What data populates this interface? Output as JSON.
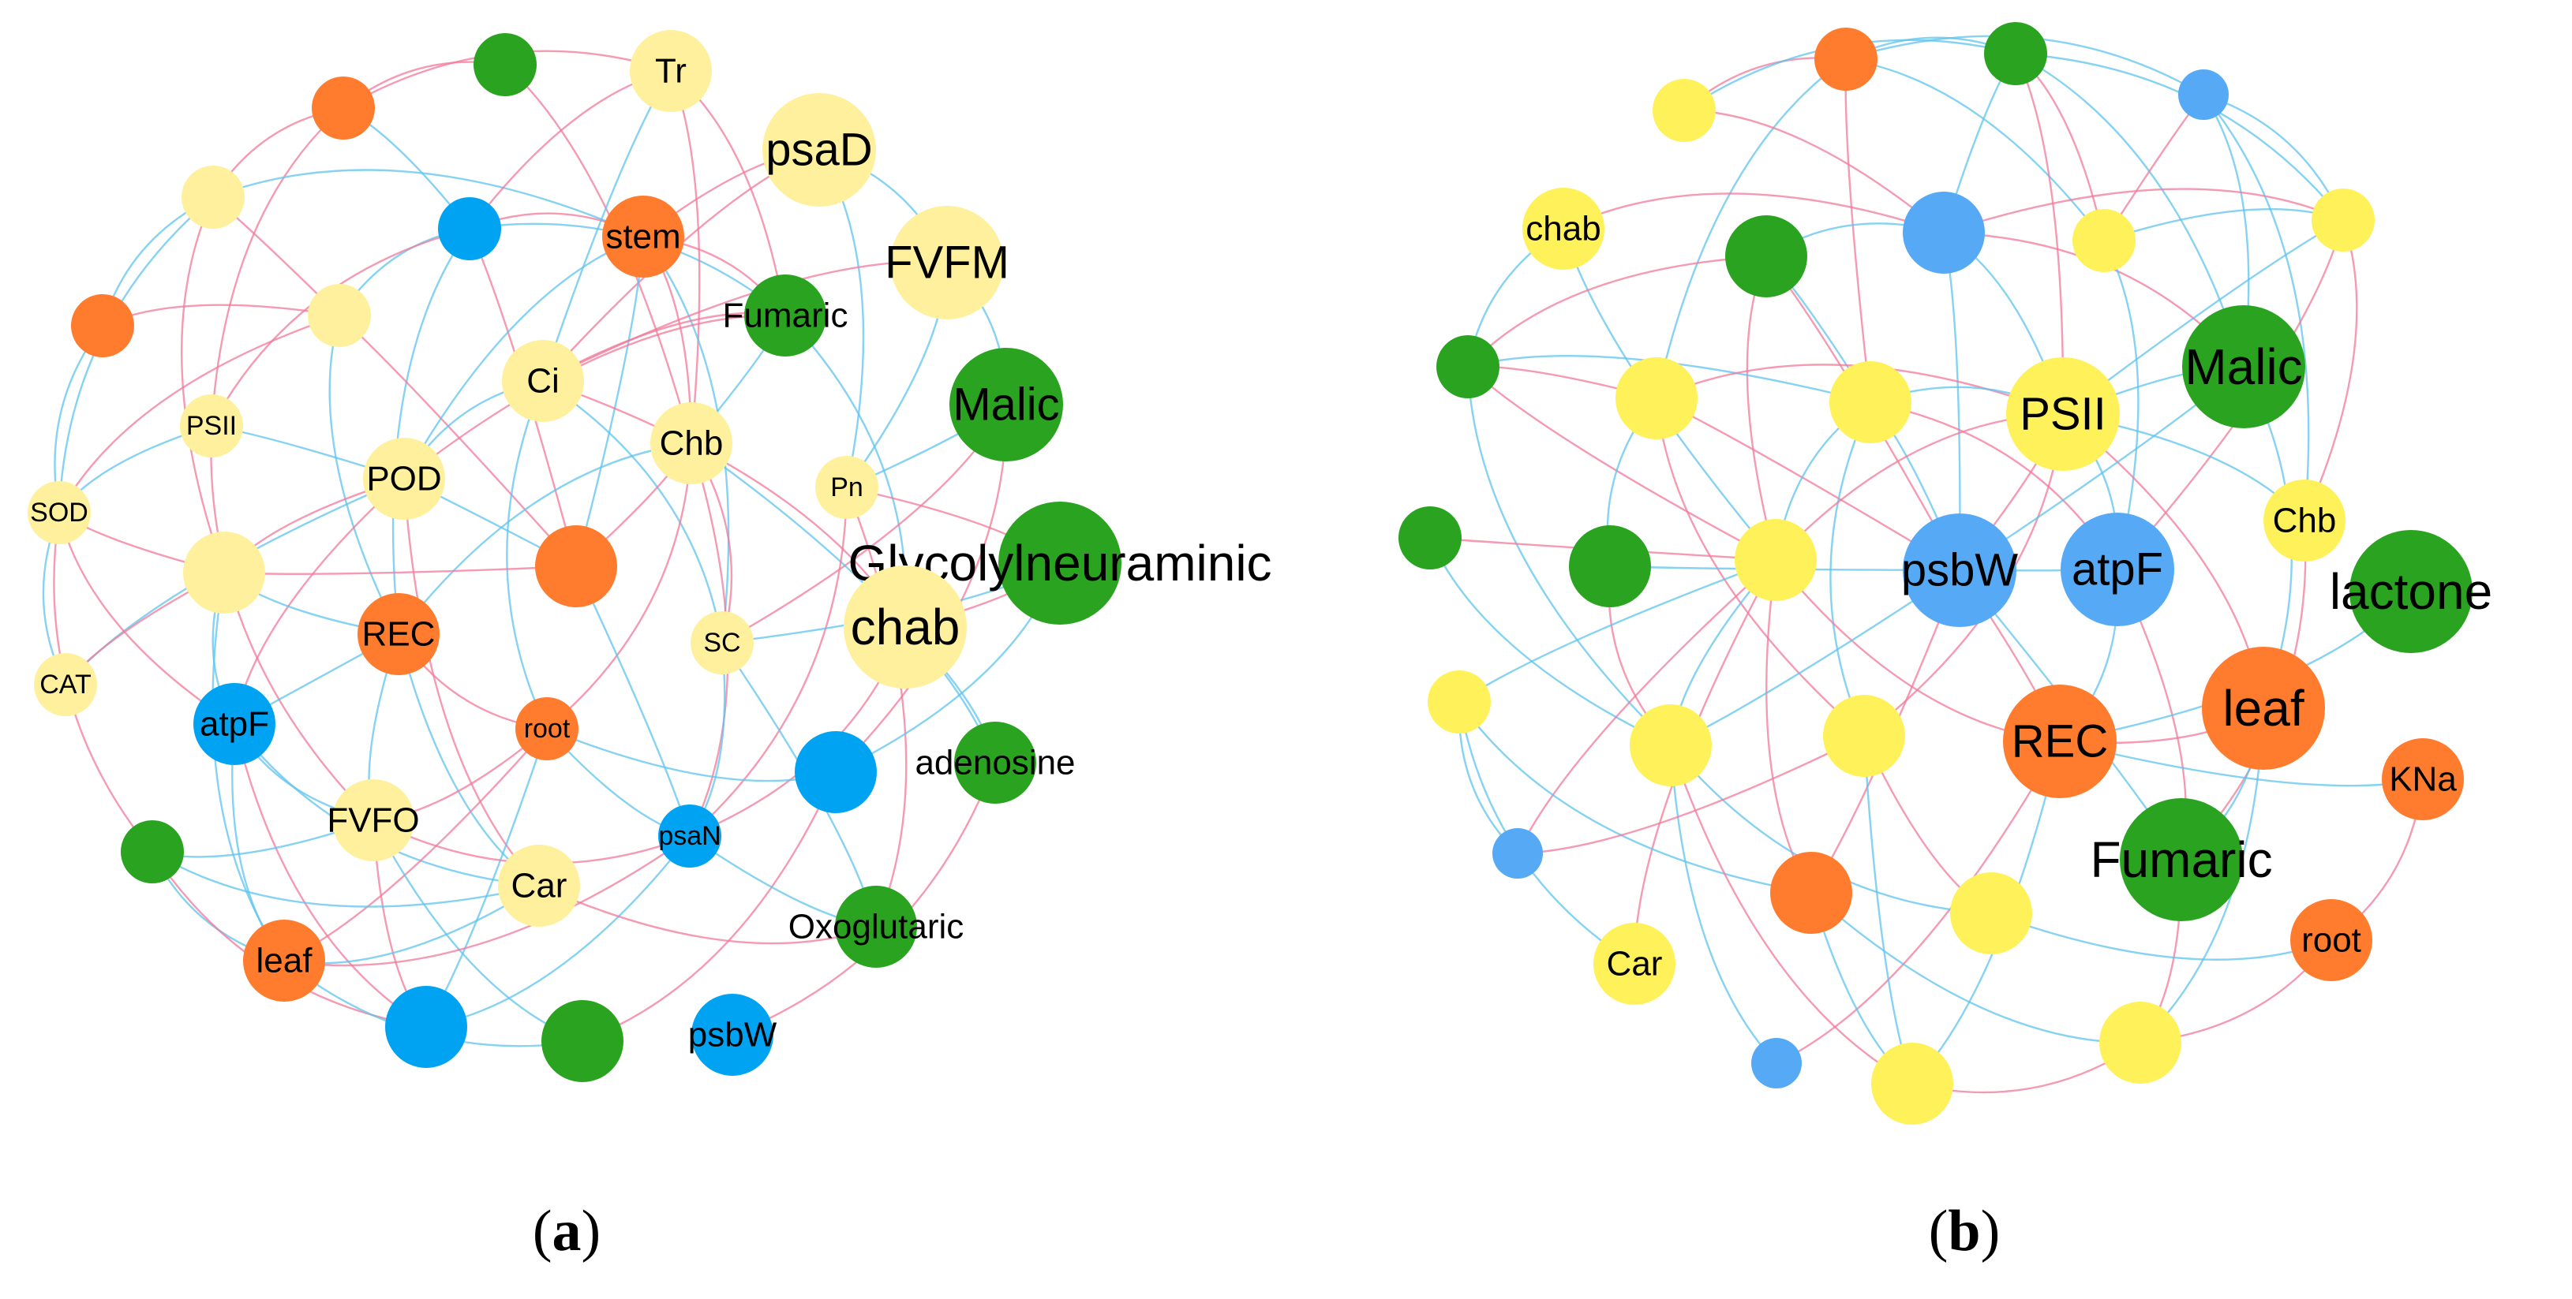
{
  "colors": {
    "orange": "#ff7b2e",
    "green": "#2aa321",
    "yellow_light": "#fff09e",
    "yellow": "#fff15a",
    "blue": "#00a2f2",
    "blue_light": "#56a9f5",
    "edge_pink": "#f2789a",
    "edge_blue": "#5ec3ee"
  },
  "panels": [
    {
      "id": "a",
      "label": "a",
      "nodes": [
        {
          "label": "",
          "color": "green",
          "size": "s"
        },
        {
          "label": "",
          "color": "orange",
          "size": "s"
        },
        {
          "label": "",
          "color": "yellow_light",
          "size": "s"
        },
        {
          "label": "",
          "color": "blue",
          "size": "s"
        },
        {
          "label": "",
          "color": "orange",
          "size": "s"
        },
        {
          "label": "",
          "color": "yellow_light",
          "size": "s"
        },
        {
          "label": "Tr",
          "color": "yellow_light",
          "size": "m"
        },
        {
          "label": "psaD",
          "color": "yellow_light",
          "size": "l"
        },
        {
          "label": "stem",
          "color": "orange",
          "size": "m"
        },
        {
          "label": "FVFM",
          "color": "yellow_light",
          "size": "l"
        },
        {
          "label": "Fumaric",
          "color": "green",
          "size": "m"
        },
        {
          "label": "Ci",
          "color": "yellow_light",
          "size": "m"
        },
        {
          "label": "Malic",
          "color": "green",
          "size": "l"
        },
        {
          "label": "PSII",
          "color": "yellow_light",
          "size": "s"
        },
        {
          "label": "Chb",
          "color": "yellow_light",
          "size": "m"
        },
        {
          "label": "POD",
          "color": "yellow_light",
          "size": "m"
        },
        {
          "label": "Pn",
          "color": "yellow_light",
          "size": "s"
        },
        {
          "label": "SOD",
          "color": "yellow_light",
          "size": "s"
        },
        {
          "label": "",
          "color": "yellow_light",
          "size": "m"
        },
        {
          "label": "",
          "color": "orange",
          "size": "m"
        },
        {
          "label": "Glycolylneuraminic",
          "color": "green",
          "size": "xl"
        },
        {
          "label": "REC",
          "color": "orange",
          "size": "m"
        },
        {
          "label": "SC",
          "color": "yellow_light",
          "size": "s"
        },
        {
          "label": "chab",
          "color": "yellow_light",
          "size": "xl"
        },
        {
          "label": "CAT",
          "color": "yellow_light",
          "size": "s"
        },
        {
          "label": "atpF",
          "color": "blue",
          "size": "m"
        },
        {
          "label": "root",
          "color": "orange",
          "size": "s"
        },
        {
          "label": "adenosine",
          "color": "green",
          "size": "m"
        },
        {
          "label": "",
          "color": "blue",
          "size": "m"
        },
        {
          "label": "FVFO",
          "color": "yellow_light",
          "size": "m"
        },
        {
          "label": "",
          "color": "green",
          "size": "s"
        },
        {
          "label": "psaN",
          "color": "blue",
          "size": "s"
        },
        {
          "label": "Car",
          "color": "yellow_light",
          "size": "m"
        },
        {
          "label": "Oxoglutaric",
          "color": "green",
          "size": "m"
        },
        {
          "label": "leaf",
          "color": "orange",
          "size": "m"
        },
        {
          "label": "",
          "color": "blue",
          "size": "m"
        },
        {
          "label": "",
          "color": "green",
          "size": "m"
        },
        {
          "label": "psbW",
          "color": "blue",
          "size": "m"
        }
      ]
    },
    {
      "id": "b",
      "label": "b",
      "nodes": [
        {
          "label": "",
          "color": "orange",
          "size": "s"
        },
        {
          "label": "",
          "color": "green",
          "size": "s"
        },
        {
          "label": "",
          "color": "yellow",
          "size": "s"
        },
        {
          "label": "",
          "color": "blue_light",
          "size": "xs"
        },
        {
          "label": "chab",
          "color": "yellow",
          "size": "m"
        },
        {
          "label": "",
          "color": "green",
          "size": "m"
        },
        {
          "label": "",
          "color": "blue_light",
          "size": "m"
        },
        {
          "label": "",
          "color": "yellow",
          "size": "s"
        },
        {
          "label": "",
          "color": "yellow",
          "size": "s"
        },
        {
          "label": "",
          "color": "green",
          "size": "s"
        },
        {
          "label": "",
          "color": "yellow",
          "size": "m"
        },
        {
          "label": "",
          "color": "yellow",
          "size": "m"
        },
        {
          "label": "PSII",
          "color": "yellow",
          "size": "l"
        },
        {
          "label": "Malic",
          "color": "green",
          "size": "xl"
        },
        {
          "label": "",
          "color": "green",
          "size": "s"
        },
        {
          "label": "",
          "color": "green",
          "size": "m"
        },
        {
          "label": "",
          "color": "yellow",
          "size": "m"
        },
        {
          "label": "Chb",
          "color": "yellow",
          "size": "m"
        },
        {
          "label": "psbW",
          "color": "blue_light",
          "size": "l"
        },
        {
          "label": "atpF",
          "color": "blue_light",
          "size": "l"
        },
        {
          "label": "lactone",
          "color": "green",
          "size": "xl"
        },
        {
          "label": "leaf",
          "color": "orange",
          "size": "xl"
        },
        {
          "label": "",
          "color": "yellow",
          "size": "s"
        },
        {
          "label": "REC",
          "color": "orange",
          "size": "l"
        },
        {
          "label": "",
          "color": "yellow",
          "size": "m"
        },
        {
          "label": "",
          "color": "yellow",
          "size": "m"
        },
        {
          "label": "KNa",
          "color": "orange",
          "size": "m"
        },
        {
          "label": "",
          "color": "blue_light",
          "size": "xs"
        },
        {
          "label": "Fumaric",
          "color": "green",
          "size": "xl"
        },
        {
          "label": "",
          "color": "orange",
          "size": "m"
        },
        {
          "label": "",
          "color": "yellow",
          "size": "m"
        },
        {
          "label": "root",
          "color": "orange",
          "size": "m"
        },
        {
          "label": "Car",
          "color": "yellow",
          "size": "m"
        },
        {
          "label": "",
          "color": "yellow",
          "size": "m"
        },
        {
          "label": "",
          "color": "blue_light",
          "size": "xs"
        },
        {
          "label": "",
          "color": "yellow",
          "size": "m"
        }
      ]
    }
  ]
}
